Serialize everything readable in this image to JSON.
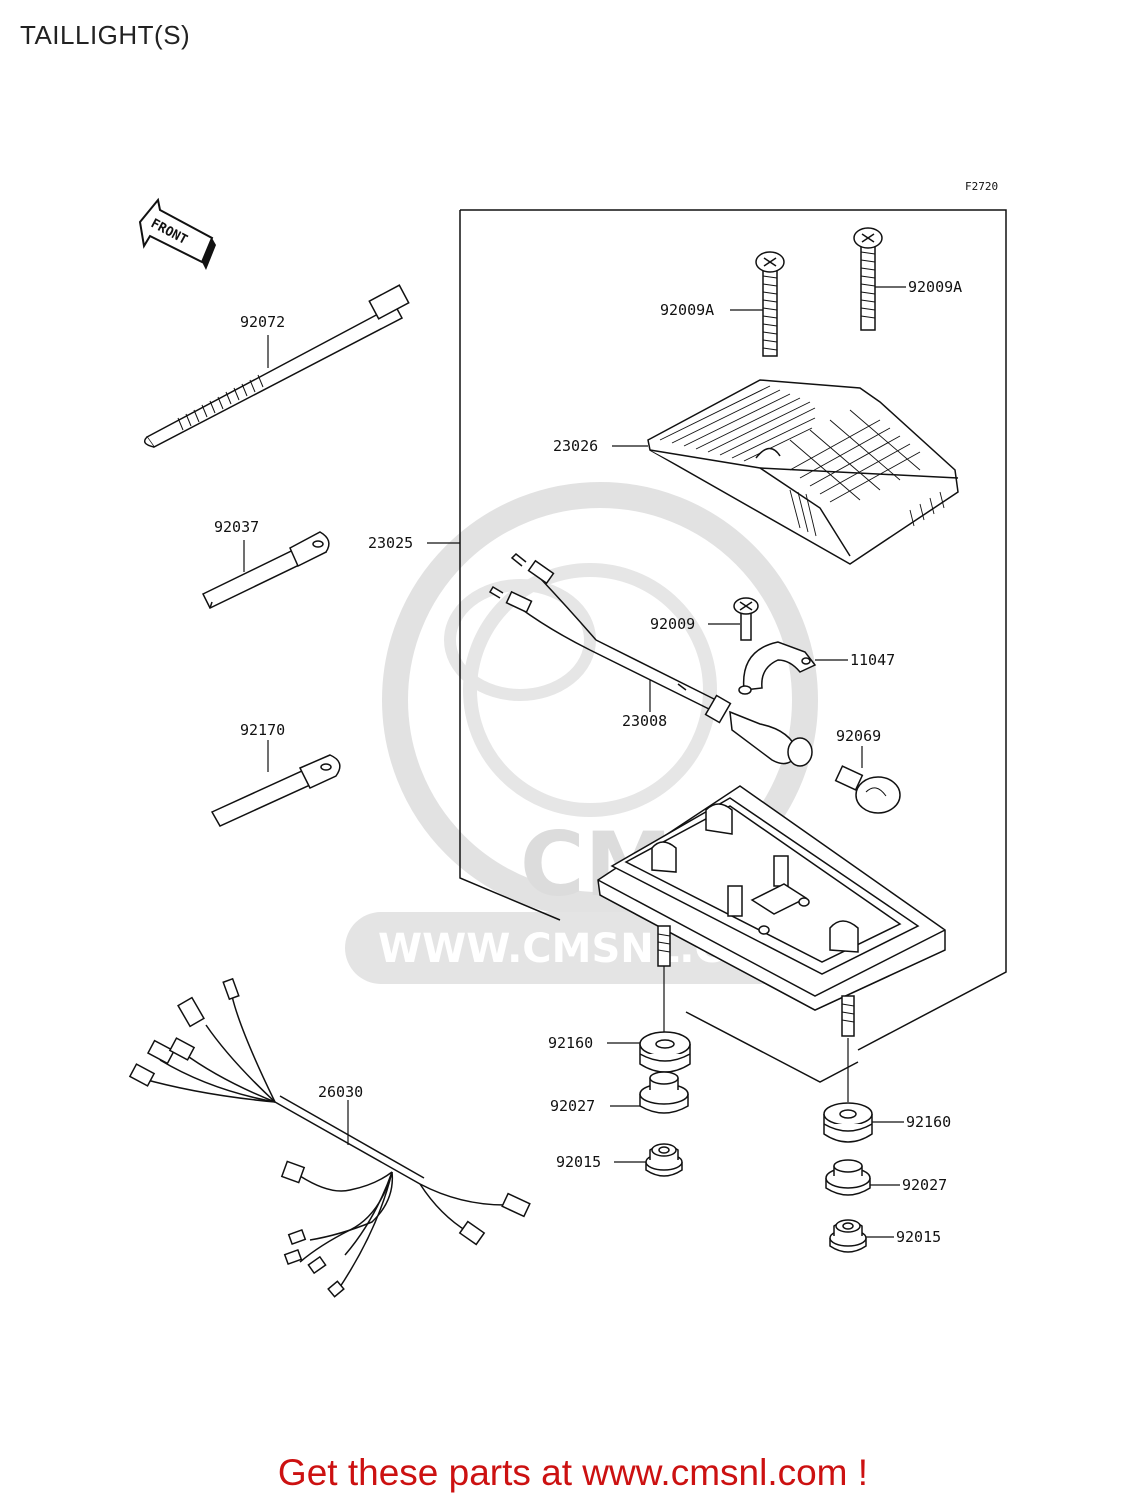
{
  "title": "TAILLIGHT(S)",
  "figure_code": "F2720",
  "front_label": "FRONT",
  "watermark": {
    "logo_text": "CMS",
    "url_text": "WWW.CMSNL.COM"
  },
  "parts": {
    "p_92072": "92072",
    "p_92037": "92037",
    "p_92170": "92170",
    "p_26030": "26030",
    "p_23025": "23025",
    "p_92009A_left": "92009A",
    "p_92009A_right": "92009A",
    "p_23026": "23026",
    "p_92009": "92009",
    "p_11047": "11047",
    "p_23008": "23008",
    "p_92069": "92069",
    "p_92160_left": "92160",
    "p_92027_left": "92027",
    "p_92015_left": "92015",
    "p_92160_right": "92160",
    "p_92027_right": "92027",
    "p_92015_right": "92015"
  },
  "footer_text": "Get these parts at www.cmsnl.com !",
  "colors": {
    "line": "#111111",
    "watermark": "#dcdcdc",
    "footer": "#cc1111"
  }
}
